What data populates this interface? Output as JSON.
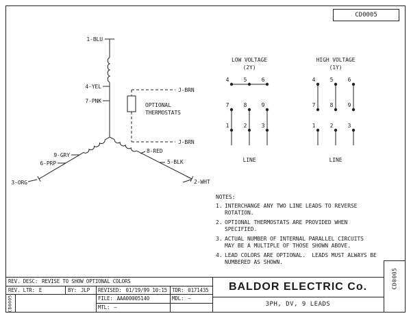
{
  "doc": {
    "number": "CD0005"
  },
  "diagram": {
    "leads": {
      "l1": "1-BLU",
      "l4": "4-YEL",
      "l7": "7-PNK",
      "l9": "9-GRY",
      "l6": "6-PRP",
      "l3": "3-ORG",
      "l8": "8-RED",
      "l5": "5-BLK",
      "l2": "2-WHT",
      "j_top": "J-BRN",
      "j_bottom": "J-BRN"
    },
    "thermostat": {
      "line1": "OPTIONAL",
      "line2": "THERMOSTATS"
    }
  },
  "connections": {
    "low": {
      "title": "LOW VOLTAGE",
      "subtitle": "(2Y)",
      "top": [
        "4",
        "5",
        "6"
      ],
      "mid": [
        "7",
        "8",
        "9"
      ],
      "bottom": [
        "1",
        "2",
        "3"
      ],
      "line": "LINE"
    },
    "high": {
      "title": "HIGH VOLTAGE",
      "subtitle": "(1Y)",
      "top": [
        "4",
        "5",
        "6"
      ],
      "mid": [
        "7",
        "8",
        "9"
      ],
      "bottom": [
        "1",
        "2",
        "3"
      ],
      "line": "LINE"
    }
  },
  "notes": {
    "heading": "NOTES:",
    "items": [
      {
        "num": "1.",
        "text": "INTERCHANGE ANY TWO LINE LEADS TO REVERSE\nROTATION."
      },
      {
        "num": "2.",
        "text": "OPTIONAL THERMOSTATS ARE PROVIDED WHEN\nSPECIFIED."
      },
      {
        "num": "3.",
        "text": "ACTUAL NUMBER OF INTERNAL PARALLEL CIRCUITS\nMAY BE A MULTIPLE OF THOSE SHOWN ABOVE."
      },
      {
        "num": "4.",
        "text": "LEAD COLORS ARE OPTIONAL.  LEADS MUST ALWAYS BE\nNUMBERED AS SHOWN."
      }
    ]
  },
  "title_block": {
    "rev_desc_label": "REV. DESC:",
    "rev_desc": "REVISE TO SHOW OPTIONAL COLORS",
    "rev_ltr_label": "REV. LTR:",
    "rev_ltr": "E",
    "by_label": "BY:",
    "by": "JLP",
    "revised_label": "REVISED:",
    "revised": "01/19/99 10:15",
    "tdr_label": "TDR:",
    "tdr": "0171435",
    "file_label": "FILE:",
    "file": "AAA00005140",
    "mdl_label": "MDL:",
    "mdl": "–",
    "mtl_label": "MTL:",
    "mtl": "–",
    "company": "BALDOR ELECTRIC Co.",
    "description": "3PH, DV, 9 LEADS",
    "doc_number_vertical_left": "CD0005",
    "doc_number_vertical_right": "CD0005"
  }
}
